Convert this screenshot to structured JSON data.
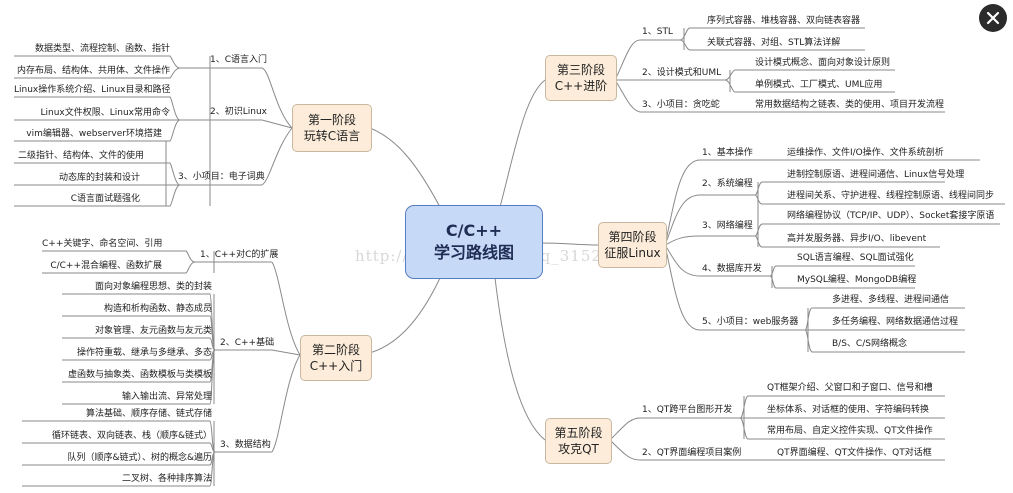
{
  "center": {
    "line1": "C/C++",
    "line2": "学习路线图"
  },
  "watermark": "http://blog.csdn.net/qq_31525395",
  "stages": {
    "s1": {
      "line1": "第一阶段",
      "line2": "玩转C语言"
    },
    "s2": {
      "line1": "第二阶段",
      "line2": "C++入门"
    },
    "s3": {
      "line1": "第三阶段",
      "line2": "C++进阶"
    },
    "s4": {
      "line1": "第四阶段",
      "line2": "征服Linux"
    },
    "s5": {
      "line1": "第五阶段",
      "line2": "攻克QT"
    }
  },
  "s1": {
    "topics": [
      "1、C语言入门",
      "2、初识Linux",
      "3、小项目：电子词典"
    ],
    "items": [
      "数据类型、流程控制、函数、指针",
      "内存布局、结构体、共用体、文件操作",
      "Linux操作系统介绍、Linux目录和路径",
      "Linux文件权限、Linux常用命令",
      "vim编辑器、webserver环境搭建",
      "二级指针、结构体、文件的使用",
      "动态库的封装和设计",
      "C语言面试题强化"
    ]
  },
  "s2": {
    "topics": [
      "1、C++对C的扩展",
      "2、C++基础",
      "3、数据结构"
    ],
    "items": [
      "C++关键字、命名空间、引用",
      "C/C++混合编程、函数扩展",
      "面向对象编程思想、类的封装",
      "构造和析构函数、静态成员",
      "对象管理、友元函数与友元类",
      "操作符重载、继承与多继承、多态",
      "虚函数与抽象类、函数模板与类模板",
      "输入输出流、异常处理",
      "算法基础、顺序存储、链式存储",
      "循环链表、双向链表、栈（顺序&链式）",
      "队列（顺序&链式）、树的概念&遍历",
      "二叉树、各种排序算法"
    ]
  },
  "s3": {
    "topics": [
      "1、STL",
      "2、设计模式和UML",
      "3、小项目：贪吃蛇"
    ],
    "items": [
      "序列式容器、堆栈容器、双向链表容器",
      "关联式容器、对组、STL算法详解",
      "设计模式概念、面向对象设计原则",
      "单例模式、工厂模式、UML应用",
      "常用数据结构之链表、类的使用、项目开发流程"
    ]
  },
  "s4": {
    "topics": [
      "1、基本操作",
      "2、系统编程",
      "3、网络编程",
      "4、数据库开发",
      "5、小项目：web服务器"
    ],
    "items": [
      "运维操作、文件I/O操作、文件系统剖析",
      "进制控制原语、进程间通信、Linux信号处理",
      "进程间关系、守护进程、线程控制原语、线程间同步",
      "网络编程协议（TCP/IP、UDP）、Socket套接字原语",
      "高并发服务器、异步I/O、libevent",
      "SQL语言编程、SQL面试强化",
      "MySQL编程、MongoDB编程",
      "多进程、多线程、进程间通信",
      "多任务编程、网络数据通信过程",
      "B/S、C/S网络概念"
    ]
  },
  "s5": {
    "topics": [
      "1、QT跨平台图形开发",
      "2、QT界面编程项目案例"
    ],
    "items": [
      "QT框架介绍、父窗口和子窗口、信号和槽",
      "坐标体系、对话框的使用、字符编码转换",
      "常用布局、自定义控件实现、QT文件操作",
      "QT界面编程、QT文件操作、QT对话框"
    ]
  },
  "colors": {
    "line": "#8a8a8a",
    "center_fill": "#c6d9f7",
    "center_border": "#5a7ec2",
    "stage_fill": "#fcecd9",
    "close_bg": "#2b2b2b"
  },
  "icons": {
    "close": "close-icon"
  }
}
